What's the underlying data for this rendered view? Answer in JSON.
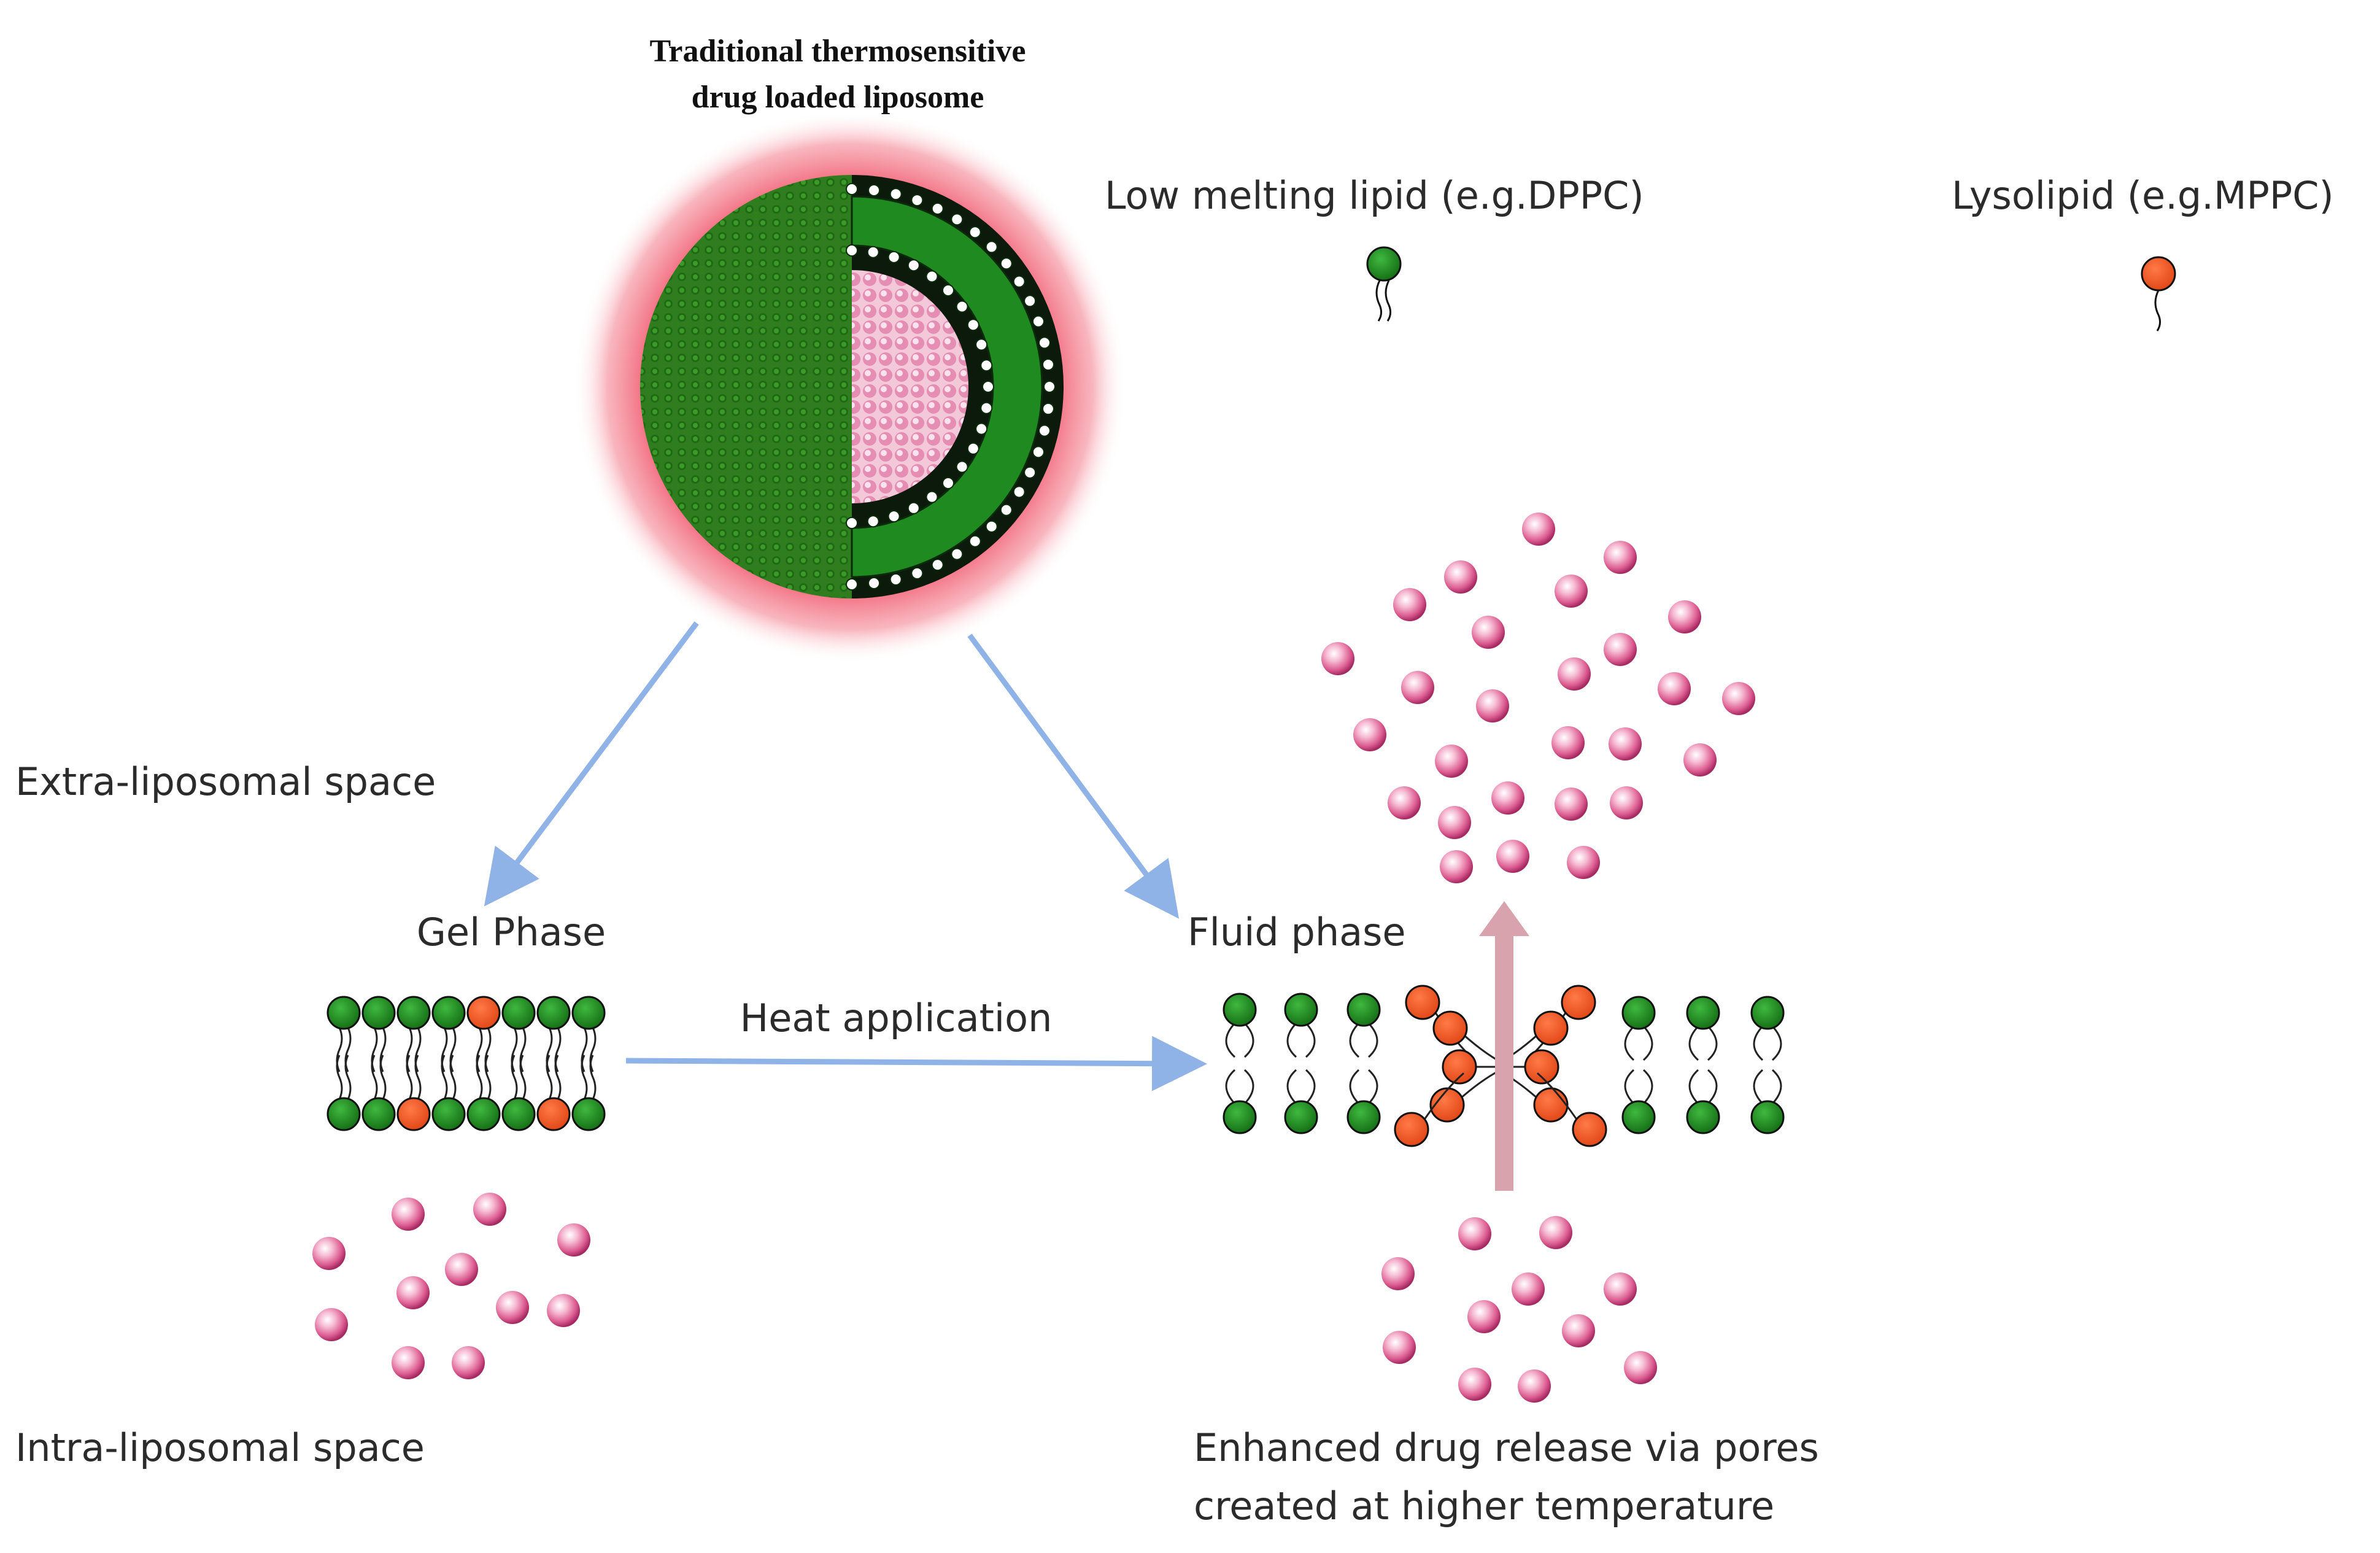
{
  "title": {
    "line1": "Traditional thermosensitive",
    "line2": "drug loaded liposome"
  },
  "legend": {
    "low_melting_lipid": "Low melting lipid (e.g.DPPC)",
    "lysolipid": "Lysolipid (e.g.MPPC)"
  },
  "labels": {
    "extra_liposomal": "Extra-liposomal space",
    "intra_liposomal": "Intra-liposomal space",
    "gel_phase": "Gel Phase",
    "fluid_phase": "Fluid phase",
    "heat_application": "Heat application",
    "release_line1": "Enhanced drug release via pores",
    "release_line2": "created at higher temperature"
  },
  "colors": {
    "lipid_green": "#1f8a1f",
    "lysolipid_orange": "#f05a28",
    "drug_pink": "#e2689a",
    "arrow_blue": "#8fb3e6",
    "arrow_pink": "#d9a3ae",
    "glow_red": "#f0546a"
  },
  "icons": {
    "low_melting_lipid": "green-lipid-icon",
    "lysolipid": "orange-lysolipid-icon",
    "drug": "pink-drug-sphere"
  }
}
